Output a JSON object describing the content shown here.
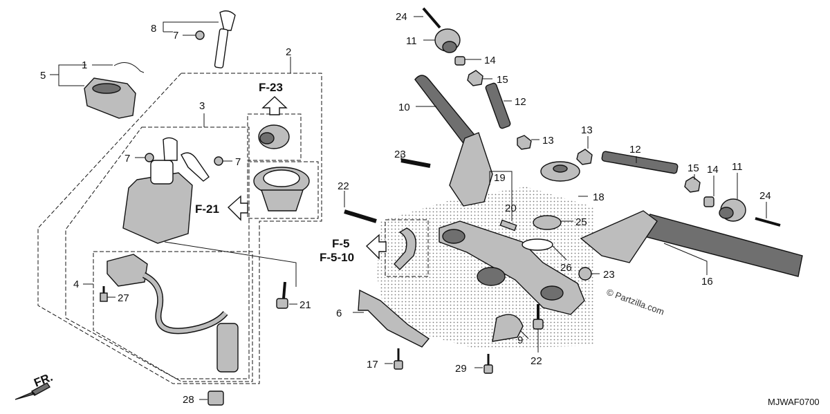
{
  "labels": {
    "p1": "1",
    "p2": "2",
    "p3": "3",
    "p4": "4",
    "p5": "5",
    "p6": "6",
    "p7a": "7",
    "p7b": "7",
    "p7c": "7",
    "p8": "8",
    "p9": "9",
    "p10": "10",
    "p11a": "11",
    "p11b": "11",
    "p12a": "12",
    "p12b": "12",
    "p13a": "13",
    "p13b": "13",
    "p14a": "14",
    "p14b": "14",
    "p15a": "15",
    "p15b": "15",
    "p16": "16",
    "p17": "17",
    "p18": "18",
    "p19": "19",
    "p20": "20",
    "p21": "21",
    "p22a": "22",
    "p22b": "22",
    "p23a": "23",
    "p23b": "23",
    "p24a": "24",
    "p24b": "24",
    "p25": "25",
    "p26": "26",
    "p27": "27",
    "p28": "28",
    "p29": "29"
  },
  "references": {
    "f23": "F-23",
    "f21": "F-21",
    "f5": "F-5",
    "f510": "F-5-10"
  },
  "direction_label": "FR.",
  "watermark": "© Partzilla.com",
  "diagram_code": "MJWAF0700"
}
